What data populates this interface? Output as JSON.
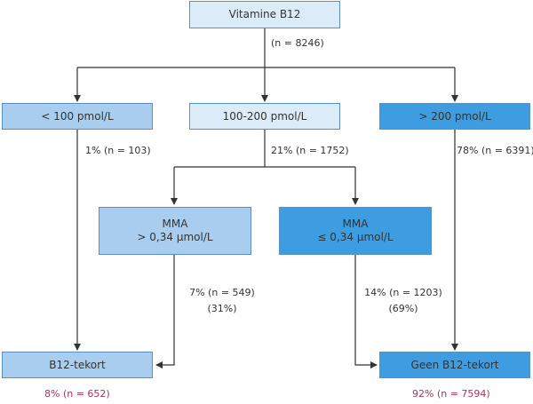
{
  "nodes": {
    "root": "Vitamine B12",
    "lt100": "< 100 pmol/L",
    "mid": "100-200 pmol/L",
    "gt200": "> 200 pmol/L",
    "mma_high_line1": "MMA",
    "mma_high_line2": "> 0,34 µmol/L",
    "mma_low_line1": "MMA",
    "mma_low_line2": "≤ 0,34 µmol/L",
    "deficient": "B12-tekort",
    "not_deficient": "Geen B12-tekort"
  },
  "labels": {
    "root_n": "(n = 8246)",
    "lt100_pct": "1% (n = 103)",
    "mid_pct": "21% (n = 1752)",
    "gt200_pct": "78% (n = 6391)",
    "mma_high_pct": "7% (n = 549)",
    "mma_high_share": "(31%)",
    "mma_low_pct": "14% (n = 1203)",
    "mma_low_share": "(69%)"
  },
  "results": {
    "deficient": "8% (n = 652)",
    "not_deficient": "92% (n = 7594)"
  },
  "colors": {
    "box_light": "#dcebf8",
    "box_mid": "#a9cdee",
    "box_dark": "#3d9de0",
    "border": "#5a8fbf",
    "result_text": "#a8325f"
  }
}
